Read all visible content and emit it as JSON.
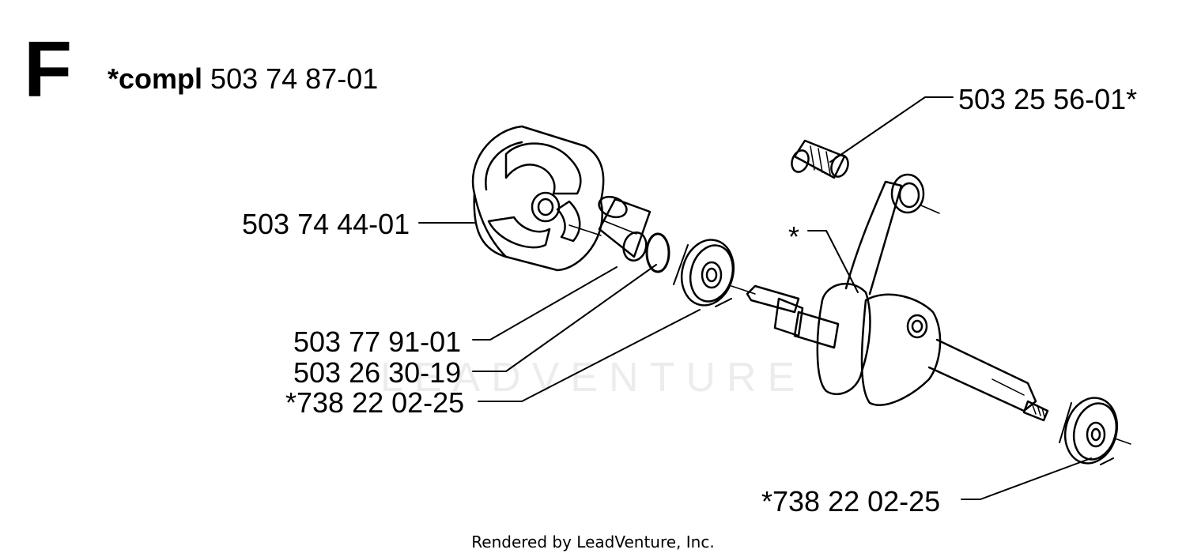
{
  "diagram": {
    "section_letter": "F",
    "title_bold": "*compl",
    "title_part": "503 74 87-01",
    "watermark": "LEADVENTURE",
    "credit": "Rendered by LeadVenture, Inc."
  },
  "callouts": {
    "needle_bearing": "503 25 56-01*",
    "clutch": "503 74 44-01",
    "crankshaft": "*",
    "clutch_drum_sleeve": "503 77 91-01",
    "o_ring": "503 26 30-19",
    "bearing_left": "*738 22 02-25",
    "bearing_right": "*738 22 02-25"
  }
}
